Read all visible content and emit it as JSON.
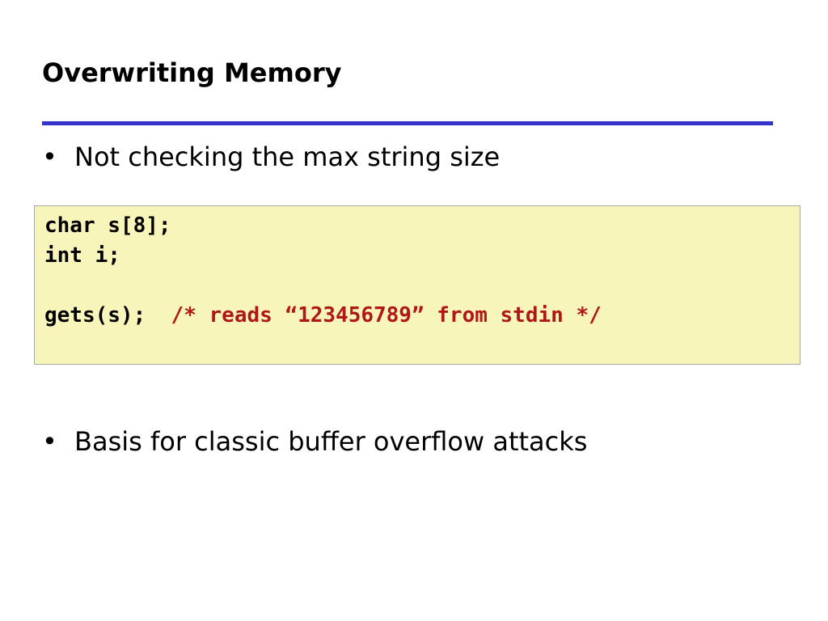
{
  "slide": {
    "title": "Overwriting Memory",
    "bullet_symbol": "•",
    "bullets": [
      "Not checking the max string size",
      "Basis for classic buffer overflow attacks"
    ],
    "code": {
      "line1": "char s[8];",
      "line2": "int i;",
      "line3": "",
      "line4_code": "gets(s);  ",
      "line4_comment": "/* reads “123456789” from stdin */"
    }
  },
  "colors": {
    "rule": "#3333cc",
    "code_background": "#f8f5bb",
    "comment": "#b01818"
  }
}
